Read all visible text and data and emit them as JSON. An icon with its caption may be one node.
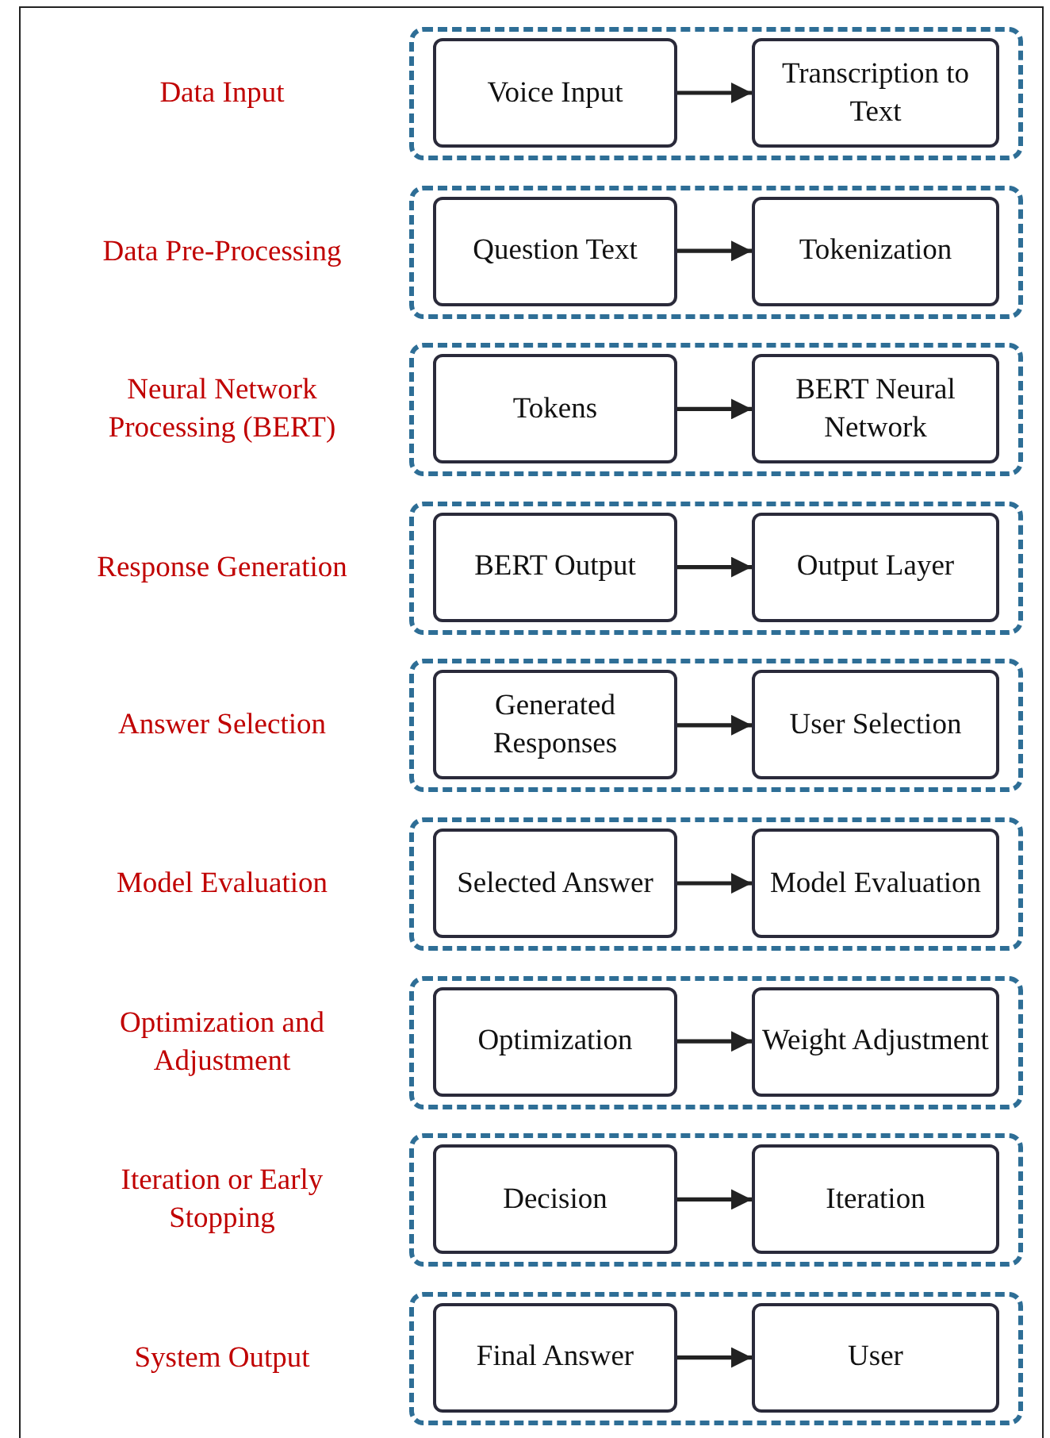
{
  "diagram": {
    "nodes": [
      {
        "text": [
          "Data Input"
        ]
      },
      {
        "text": [
          "Voice Input"
        ],
        "in": 0
      },
      {
        "text": [
          "Transcription to Text"
        ],
        "in": 0
      },
      {
        "text": [
          "Data Pre-Processing"
        ]
      },
      {
        "text": [
          "Question Text"
        ],
        "in": 3
      },
      {
        "text": [
          "Tokenization"
        ],
        "in": 3
      },
      {
        "text": [
          "Neural Network Processing (BERT)"
        ]
      },
      {
        "text": [
          "Tokens"
        ],
        "in": 6
      },
      {
        "text": [
          "BERT Neural Network"
        ],
        "in": 6
      },
      {
        "text": [
          "Response Generation"
        ]
      },
      {
        "text": [
          "BERT Output"
        ],
        "in": 9
      },
      {
        "text": [
          "Output Layer"
        ],
        "in": 9
      },
      {
        "text": [
          "Answer Selection"
        ]
      },
      {
        "text": [
          "Generated Responses"
        ],
        "in": 12
      },
      {
        "text": [
          "User Selection"
        ],
        "in": 12
      },
      {
        "text": [
          "Model Evaluation"
        ]
      },
      {
        "text": [
          "Selected Answer"
        ],
        "in": 15
      },
      {
        "text": [
          "Model Evaluation"
        ],
        "in": 15
      },
      {
        "text": [
          "Optimization and Adjustment"
        ]
      },
      {
        "text": [
          "Optimization"
        ],
        "in": 18
      },
      {
        "text": [
          "Weight Adjustment"
        ],
        "in": 18
      },
      {
        "text": [
          "Iteration or Early Stopping"
        ]
      },
      {
        "text": [
          "Decision"
        ],
        "in": 21
      },
      {
        "text": [
          "Iteration"
        ],
        "in": 21
      },
      {
        "text": [
          "System Output"
        ]
      },
      {
        "text": [
          "Final Answer"
        ],
        "in": 24
      },
      {
        "text": [
          "User"
        ],
        "in": 24
      }
    ],
    "edges": [
      {
        "from": 1,
        "to": 2,
        "arrow": "to"
      },
      {
        "from": 4,
        "to": 5,
        "arrow": "to"
      },
      {
        "from": 7,
        "to": 8,
        "arrow": "to"
      },
      {
        "from": 10,
        "to": 11,
        "arrow": "to"
      },
      {
        "from": 13,
        "to": 14,
        "arrow": "to"
      },
      {
        "from": 16,
        "to": 17,
        "arrow": "to"
      },
      {
        "from": 19,
        "to": 20,
        "arrow": "to"
      },
      {
        "from": 22,
        "to": 23,
        "arrow": "to"
      },
      {
        "from": 25,
        "to": 26,
        "arrow": "to"
      }
    ]
  }
}
